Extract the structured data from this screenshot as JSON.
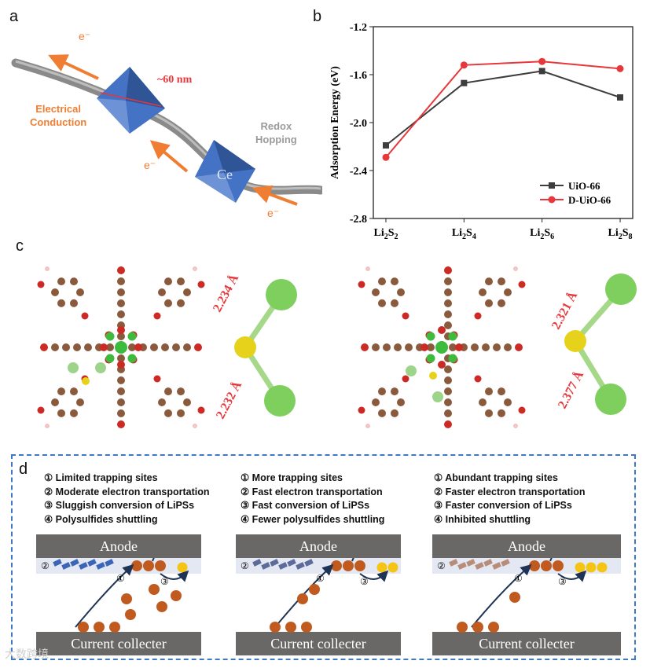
{
  "panels": {
    "a": "a",
    "b": "b",
    "c": "c",
    "d": "d"
  },
  "panel_a": {
    "size_label": "~60 nm",
    "electrical": [
      "Electrical",
      "Conduction"
    ],
    "redox": [
      "Redox",
      "Hopping"
    ],
    "electron": "e⁻",
    "color_orange": "#ef7d32",
    "color_blue": "#3f6fc4"
  },
  "chart_data": {
    "type": "line",
    "categories": [
      "Li2S2",
      "Li2S4",
      "Li2S6",
      "Li2S8"
    ],
    "category_labels": [
      [
        "Li",
        "2",
        "S",
        "2"
      ],
      [
        "Li",
        "2",
        "S",
        "4"
      ],
      [
        "Li",
        "2",
        "S",
        "6"
      ],
      [
        "Li",
        "2",
        "S",
        "8"
      ]
    ],
    "ylabel": "Adsorption Energy (eV)",
    "ylim": [
      -2.8,
      -1.2
    ],
    "yticks": [
      "-1.2",
      "-1.6",
      "-2.0",
      "-2.4",
      "-2.8"
    ],
    "series": [
      {
        "name": "UiO-66",
        "color": "#3d3d3d",
        "values": [
          -2.19,
          -1.67,
          -1.57,
          -1.79
        ]
      },
      {
        "name": "D-UiO-66",
        "color": "#e8363a",
        "values": [
          -2.29,
          -1.52,
          -1.49,
          -1.55
        ]
      }
    ],
    "legend": "bottom-right"
  },
  "panel_c": {
    "left_bonds": [
      "2.234 Å",
      "2.232 Å"
    ],
    "right_bonds": [
      "2.321 Å",
      "2.377 Å"
    ]
  },
  "panel_d": {
    "columns": [
      {
        "lines": [
          "① Limited trapping sites",
          "② Moderate electron transportation",
          "③ Sluggish conversion of LiPSs",
          "④ Polysulfides shuttling"
        ]
      },
      {
        "lines": [
          "① More trapping sites",
          "② Fast electron transportation",
          "③ Fast conversion of LiPSs",
          "④ Fewer polysulfides shuttling"
        ]
      },
      {
        "lines": [
          "① Abundant trapping sites",
          "② Faster electron transportation",
          "③ Faster conversion of LiPSs",
          "④ Inhibited shuttling"
        ]
      }
    ],
    "anode": "Anode",
    "collector": "Current collecter",
    "markers": {
      "one": "①",
      "two": "②",
      "three": "③",
      "four": "④"
    }
  },
  "watermark": "大数跨境"
}
